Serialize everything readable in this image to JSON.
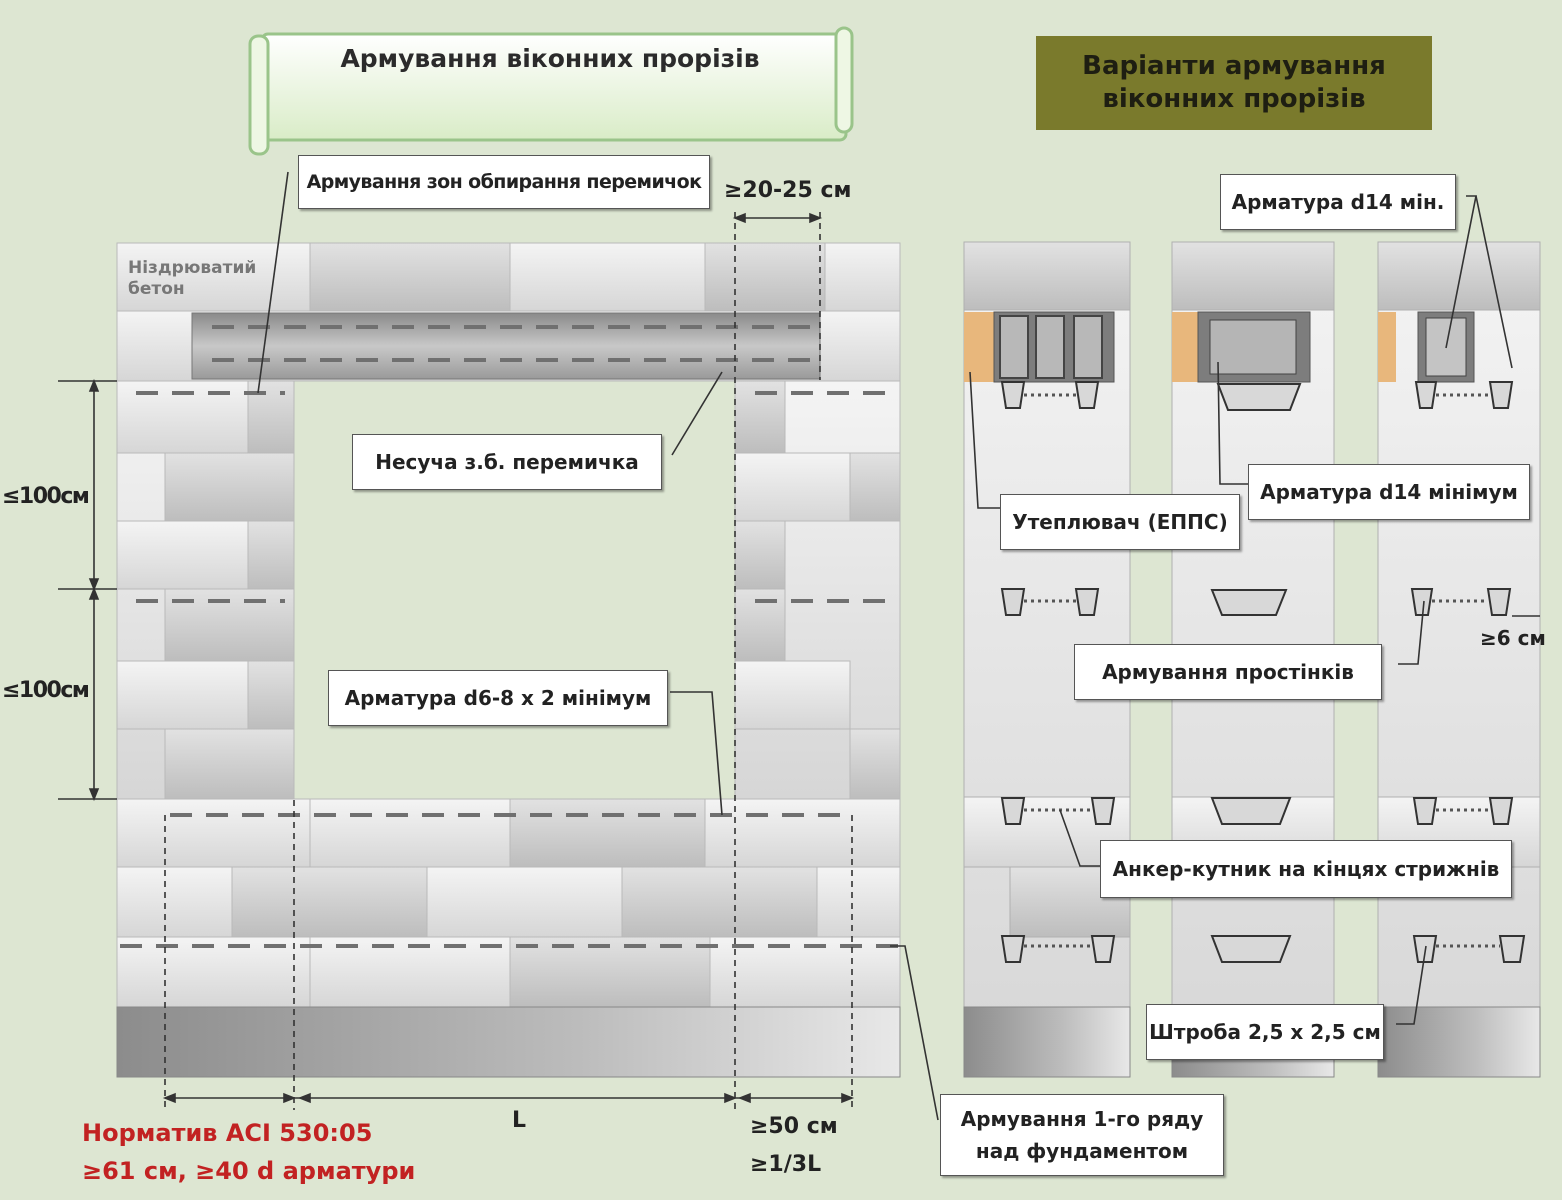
{
  "header": {
    "title": "Армування віконних прорізів",
    "variants_title_line1": "Варіанти армування",
    "variants_title_line2": "віконних прорізів"
  },
  "material": {
    "line1": "Ніздрюватий",
    "line2": "бетон"
  },
  "labels": {
    "support_zones": "Армування зон обпирання перемичок",
    "lintel": "Несуча з.б. перемичка",
    "rebar_d6_8": "Арматура d6-8 x 2 мінімум",
    "first_row": {
      "line1": "Армування 1-го ряду",
      "line2": "над фундаментом"
    },
    "rebar_d14_min": "Арматура d14 мін.",
    "rebar_d14_minimum": "Арматура d14 мінімум",
    "insulation": "Утеплювач (ЕППС)",
    "piers": "Армування простінків",
    "anchor": "Анкер-кутник на кінцях стрижнів",
    "groove": "Штроба 2,5 x 2,5 см"
  },
  "dimensions": {
    "bearing": "≥20-25 см",
    "height_1": "≤100см",
    "height_2": "≤100см",
    "span": "L",
    "ext_1": "≥50 см",
    "ext_2": "≥1/3L",
    "edge": "≥6 см"
  },
  "norm": {
    "line1": "Норматив ACI 530:05",
    "line2": "≥61 см, ≥40 d арматури"
  },
  "colors": {
    "background": "#dde6d2",
    "olive": "#7a7a2c",
    "norm_red": "#c22222",
    "insulation": "#e8b77c"
  }
}
